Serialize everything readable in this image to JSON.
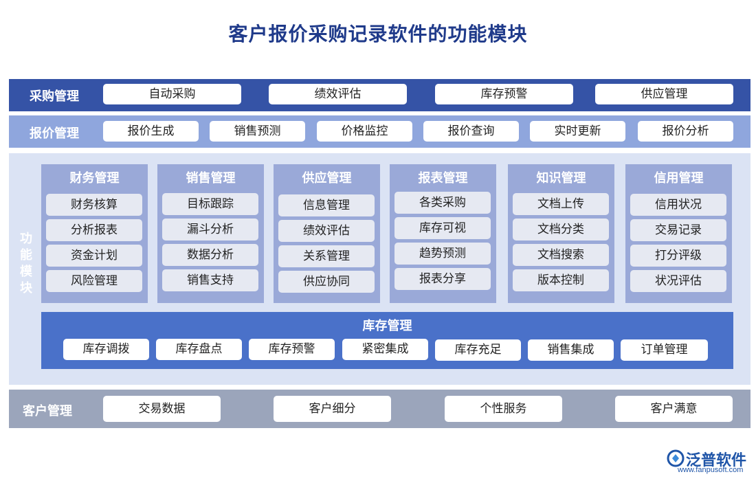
{
  "title": "客户报价采购记录软件的功能模块",
  "colors": {
    "dark_band": "#3553a6",
    "mid_band": "#8fa6dd",
    "light_band": "#dbe3f4",
    "column": "#9aa9d8",
    "inventory": "#4a71c9",
    "customer_band": "#9ba5bb",
    "title": "#1f3a8a"
  },
  "procurement": {
    "label": "采购管理",
    "items": [
      "自动采购",
      "绩效评估",
      "库存预警",
      "供应管理"
    ]
  },
  "quote": {
    "label": "报价管理",
    "items": [
      "报价生成",
      "销售预测",
      "价格监控",
      "报价查询",
      "实时更新",
      "报价分析"
    ]
  },
  "functions": {
    "label_chars": [
      "功",
      "能",
      "模",
      "块"
    ],
    "columns": [
      {
        "title": "财务管理",
        "items": [
          "财务核算",
          "分析报表",
          "资金计划",
          "风险管理"
        ]
      },
      {
        "title": "销售管理",
        "items": [
          "目标跟踪",
          "漏斗分析",
          "数据分析",
          "销售支持"
        ]
      },
      {
        "title": "供应管理",
        "items": [
          "信息管理",
          "绩效评估",
          "关系管理",
          "供应协同"
        ]
      },
      {
        "title": "报表管理",
        "items": [
          "各类采购",
          "库存可视",
          "趋势预测",
          "报表分享"
        ]
      },
      {
        "title": "知识管理",
        "items": [
          "文档上传",
          "文档分类",
          "文档搜索",
          "版本控制"
        ]
      },
      {
        "title": "信用管理",
        "items": [
          "信用状况",
          "交易记录",
          "打分评级",
          "状况评估"
        ]
      }
    ],
    "inventory": {
      "title": "库存管理",
      "items": [
        "库存调拨",
        "库存盘点",
        "库存预警",
        "紧密集成",
        "库存充足",
        "销售集成",
        "订单管理"
      ]
    }
  },
  "customer": {
    "label": "客户管理",
    "items": [
      "交易数据",
      "客户细分",
      "个性服务",
      "客户满意"
    ]
  },
  "logo": {
    "name": "泛普软件",
    "url": "www.fanpusoft.com",
    "icon": "fanpu-logo-icon"
  }
}
